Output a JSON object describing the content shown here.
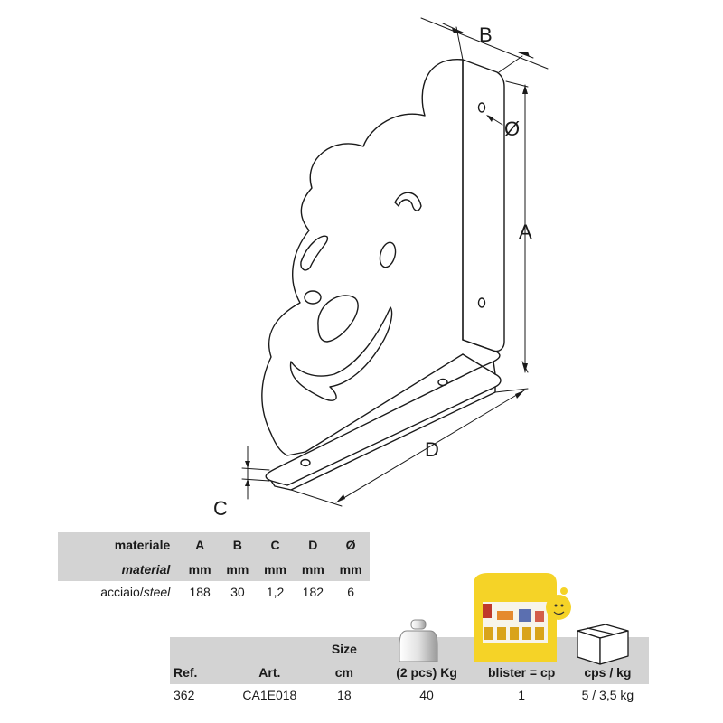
{
  "dimension_labels": {
    "a": "A",
    "b": "B",
    "c": "C",
    "d": "D",
    "diameter": "Ø"
  },
  "spec_table": {
    "header_material_1": "materiale",
    "header_material_2": "material",
    "columns": [
      "A",
      "B",
      "C",
      "D",
      "Ø"
    ],
    "units": [
      "mm",
      "mm",
      "mm",
      "mm",
      "mm"
    ],
    "row": {
      "material_it": "acciaio/",
      "material_en": "steel",
      "values": [
        "188",
        "30",
        "1,2",
        "182",
        "6"
      ]
    }
  },
  "packaging_table": {
    "headers": {
      "ref": "Ref.",
      "art": "Art.",
      "size_1": "Size",
      "size_2": "cm",
      "weight": "(2 pcs) Kg",
      "blister": "blister = cp",
      "cps": "cps / kg"
    },
    "row": {
      "ref": "362",
      "art": "CA1E018",
      "size": "18",
      "weight": "40",
      "blister": "1",
      "cps": "5 / 3,5 kg"
    }
  },
  "icons": [
    "weight-icon",
    "blister-pack-icon",
    "carton-box-icon"
  ],
  "colors": {
    "header_gray": "#d3d3d3",
    "blister_yellow": "#f5d327",
    "line": "#1a1a1a"
  }
}
